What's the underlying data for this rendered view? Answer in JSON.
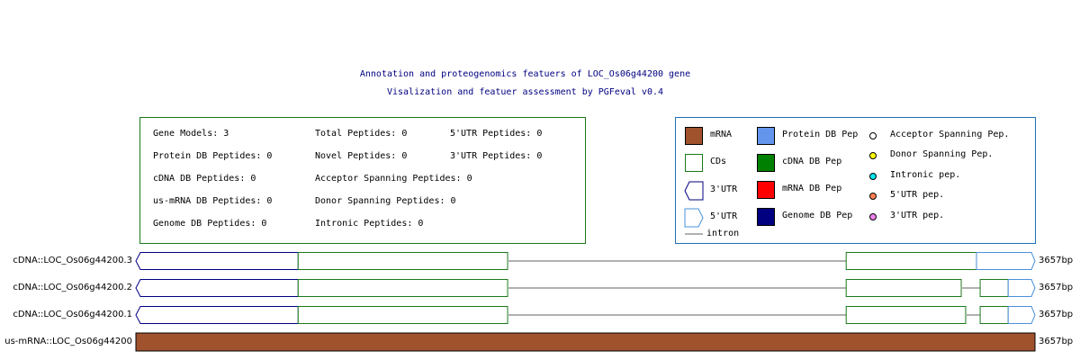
{
  "titles": {
    "line1": "Annotation and proteogenomics featuers of LOC_Os06g44200 gene",
    "line2": "Visalization and featuer assessment by PGFeval v0.4"
  },
  "stats": {
    "gene_models": "Gene Models: 3",
    "protein_db": "Protein DB Peptides: 0",
    "cdna_db": "cDNA DB Peptides: 0",
    "us_mrna_db": "us-mRNA DB Peptides: 0",
    "genome_db": "Genome DB Peptides: 0",
    "total": "Total Peptides: 0",
    "novel": "Novel Peptides: 0",
    "acceptor": "Acceptor Spanning Peptides: 0",
    "donor": "Donor Spanning Peptides: 0",
    "intronic": "Intronic Peptides: 0",
    "utr5": "5'UTR Peptides: 0",
    "utr3": "3'UTR Peptides: 0"
  },
  "legend": {
    "mrna": "mRNA",
    "cds": "CDs",
    "utr3": "3'UTR",
    "utr5": "5'UTR",
    "intron": "intron",
    "protein_db_pep": "Protein DB Pep",
    "cdna_db_pep": "cDNA DB Pep",
    "mrna_db_pep": "mRNA DB Pep",
    "genome_db_pep": "Genome DB Pep",
    "acceptor_pep": "Acceptor Spanning Pep.",
    "donor_pep": "Donor Spanning Pep.",
    "intronic_pep": "Intronic pep.",
    "utr5_pep": "5'UTR pep.",
    "utr3_pep": "3'UTR pep."
  },
  "colors": {
    "title": "#000080",
    "stats_border": "#1a7a1a",
    "legend_border": "#1f6fb5",
    "mrna": "#a0522d",
    "cds": "#1a7a1a",
    "utr3": "#000080",
    "utr5": "#4a90d9",
    "intron": "#b0b0b0",
    "protein_db_pep": "#6495ed",
    "cdna_db_pep": "#008000",
    "mrna_db_pep": "#ff0000",
    "genome_db_pep": "#000080",
    "acceptor_pep": "#ffffff",
    "donor_pep": "#ffff00",
    "intronic_pep": "#00e5ee",
    "utr5_pep": "#ff7f50",
    "utr3_pep": "#ee82ee"
  },
  "gene_length_bp": 3657,
  "gene_end_label": "3657bp",
  "transcripts": [
    {
      "name": "cDNA::LOC_Os06g44200.3",
      "features": [
        {
          "type": "utr3",
          "start": 0,
          "end": 660
        },
        {
          "type": "cds",
          "start": 660,
          "end": 1512
        },
        {
          "type": "intron",
          "start": 1512,
          "end": 2889
        },
        {
          "type": "cds",
          "start": 2889,
          "end": 3419
        },
        {
          "type": "utr5",
          "start": 3419,
          "end": 3657
        }
      ]
    },
    {
      "name": "cDNA::LOC_Os06g44200.2",
      "features": [
        {
          "type": "utr3",
          "start": 0,
          "end": 660
        },
        {
          "type": "cds",
          "start": 660,
          "end": 1512
        },
        {
          "type": "intron",
          "start": 1512,
          "end": 2889
        },
        {
          "type": "cds",
          "start": 2889,
          "end": 3357
        },
        {
          "type": "intron",
          "start": 3357,
          "end": 3434
        },
        {
          "type": "cds",
          "start": 3434,
          "end": 3548
        },
        {
          "type": "utr5",
          "start": 3548,
          "end": 3657
        }
      ]
    },
    {
      "name": "cDNA::LOC_Os06g44200.1",
      "features": [
        {
          "type": "utr3",
          "start": 0,
          "end": 660
        },
        {
          "type": "cds",
          "start": 660,
          "end": 1512
        },
        {
          "type": "intron",
          "start": 1512,
          "end": 2889
        },
        {
          "type": "cds",
          "start": 2889,
          "end": 3375
        },
        {
          "type": "intron",
          "start": 3375,
          "end": 3434
        },
        {
          "type": "cds",
          "start": 3434,
          "end": 3548
        },
        {
          "type": "utr5",
          "start": 3548,
          "end": 3657
        }
      ]
    },
    {
      "name": "us-mRNA::LOC_Os06g44200",
      "features": [
        {
          "type": "mrna",
          "start": 0,
          "end": 3657
        }
      ]
    }
  ]
}
